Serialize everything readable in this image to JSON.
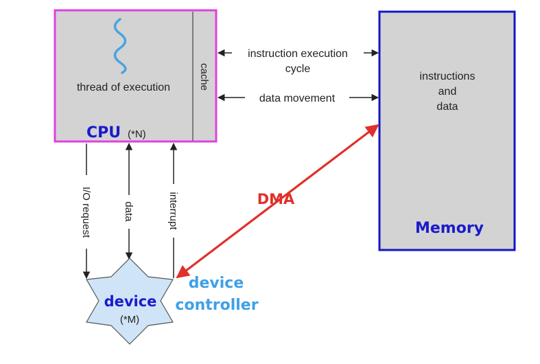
{
  "cpu": {
    "label": "CPU",
    "multiplicity": "(*N)",
    "thread_label": "thread of execution",
    "cache_label": "cache",
    "border_color": "#e040e0",
    "label_color": "#1a1acc"
  },
  "memory": {
    "label": "Memory",
    "content_line1": "instructions",
    "content_line2": "and",
    "content_line3": "data",
    "border_color": "#1515c8",
    "label_color": "#1a1acc"
  },
  "links": {
    "instruction_cycle_line1": "instruction execution",
    "instruction_cycle_line2": "cycle",
    "data_movement": "data movement",
    "io_request": "I/O request",
    "data": "data",
    "interrupt": "interrupt",
    "dma": "DMA",
    "dma_color": "#e0302a"
  },
  "device": {
    "label": "device",
    "multiplicity": "(*M)",
    "controller_line1": "device",
    "controller_line2": "controller",
    "fill_color": "#cfe4f7",
    "label_color": "#1a1acc",
    "controller_color": "#3fa0e6"
  },
  "colors": {
    "box_fill": "#d3d3d3",
    "thread_icon": "#4aa3e0"
  },
  "icons": {
    "thread": "wavy-thread-icon"
  }
}
